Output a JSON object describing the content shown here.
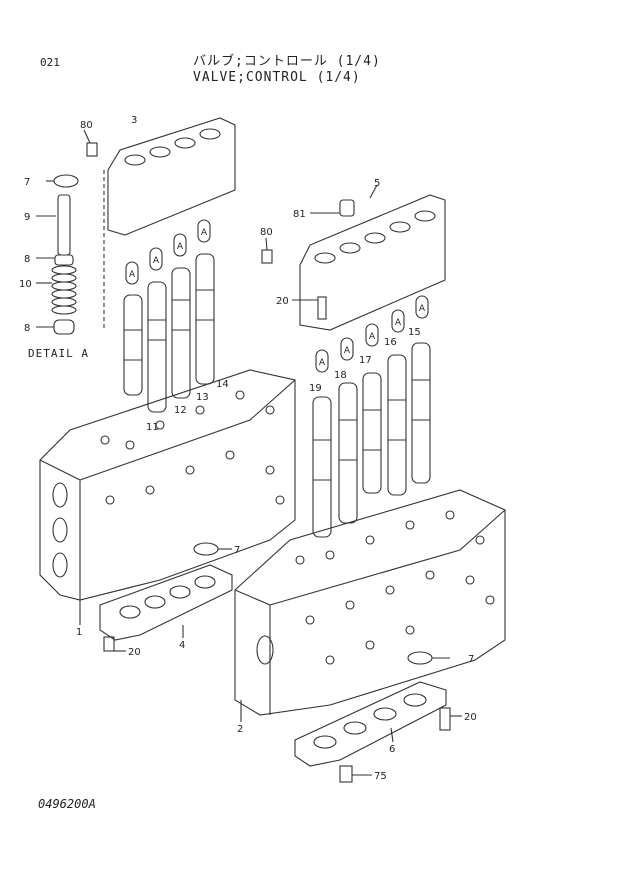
{
  "header": {
    "page_number": "021",
    "title_jp": "バルブ;コントロール (1/4)",
    "title_en": "VALVE;CONTROL (1/4)"
  },
  "detail_label": "DETAIL A",
  "footer_code": "0496200A",
  "callouts": [
    "80",
    "3",
    "7",
    "9",
    "8",
    "10",
    "8",
    "5",
    "81",
    "80",
    "20",
    "14",
    "13",
    "12",
    "11",
    "15",
    "16",
    "17",
    "18",
    "19",
    "7",
    "1",
    "4",
    "20",
    "7",
    "2",
    "20",
    "6",
    "75"
  ],
  "spool_tag": "A"
}
